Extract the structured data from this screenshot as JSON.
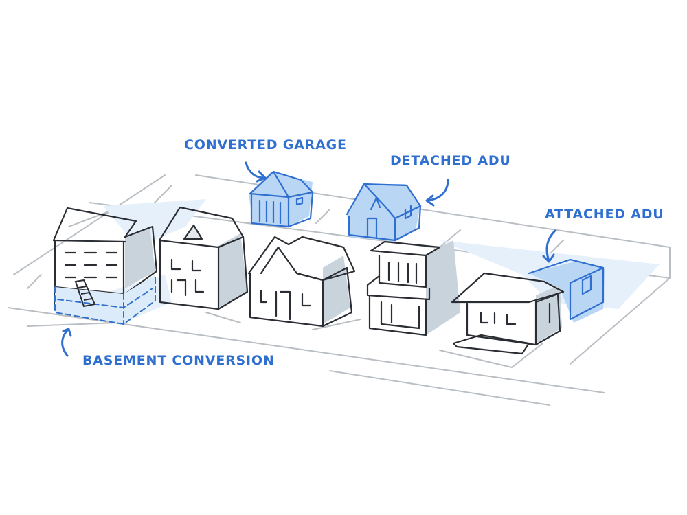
{
  "colors": {
    "ink": "#2a2d33",
    "accent": "#2f6fd0",
    "highlight": "#b9d6f4",
    "highlight_light": "#dcebfa",
    "shadow": "#c9d3dc",
    "road": "#b9bec4"
  },
  "labels": {
    "converted_garage": "CONVERTED GARAGE",
    "detached_adu": "DETACHED ADU",
    "attached_adu": "ATTACHED ADU",
    "basement_conversion": "BASEMENT CONVERSION"
  },
  "icons": {
    "pointer": "curved-arrow-icon"
  }
}
